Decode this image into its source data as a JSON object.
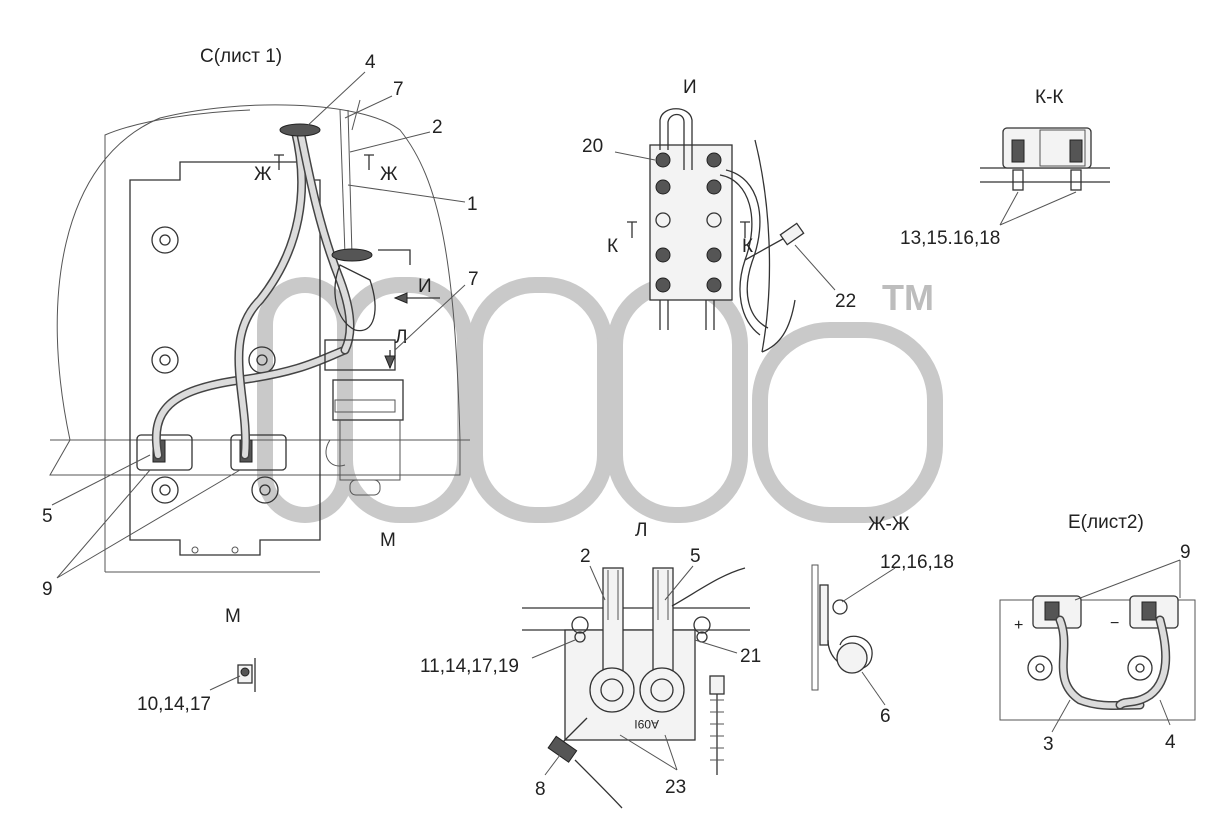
{
  "views": {
    "c": "С(лист 1)",
    "i": "И",
    "kk": "К-К",
    "l": "Л",
    "zhzh": "Ж-Ж",
    "e": "Е(лист2)",
    "m": "М"
  },
  "section_marks": {
    "zh": "Ж",
    "k": "К",
    "i_arrow": "И",
    "l_arrow": "Л",
    "m": "М"
  },
  "callouts": {
    "c_4": "4",
    "c_7a": "7",
    "c_2": "2",
    "c_1": "1",
    "c_7b": "7",
    "c_5": "5",
    "c_9": "9",
    "i_20": "20",
    "i_22": "22",
    "kk_refs": "13,15.16,18",
    "l_2": "2",
    "l_5": "5",
    "l_refs": "11,14,17,19",
    "l_21": "21",
    "l_8": "8",
    "l_23": "23",
    "zh_refs": "12,16,18",
    "zh_6": "6",
    "e_9": "9",
    "e_3": "3",
    "e_4": "4",
    "m_refs": "10,14,17"
  },
  "watermark": {
    "tm": "ТМ"
  },
  "relay_marking": "A09I"
}
